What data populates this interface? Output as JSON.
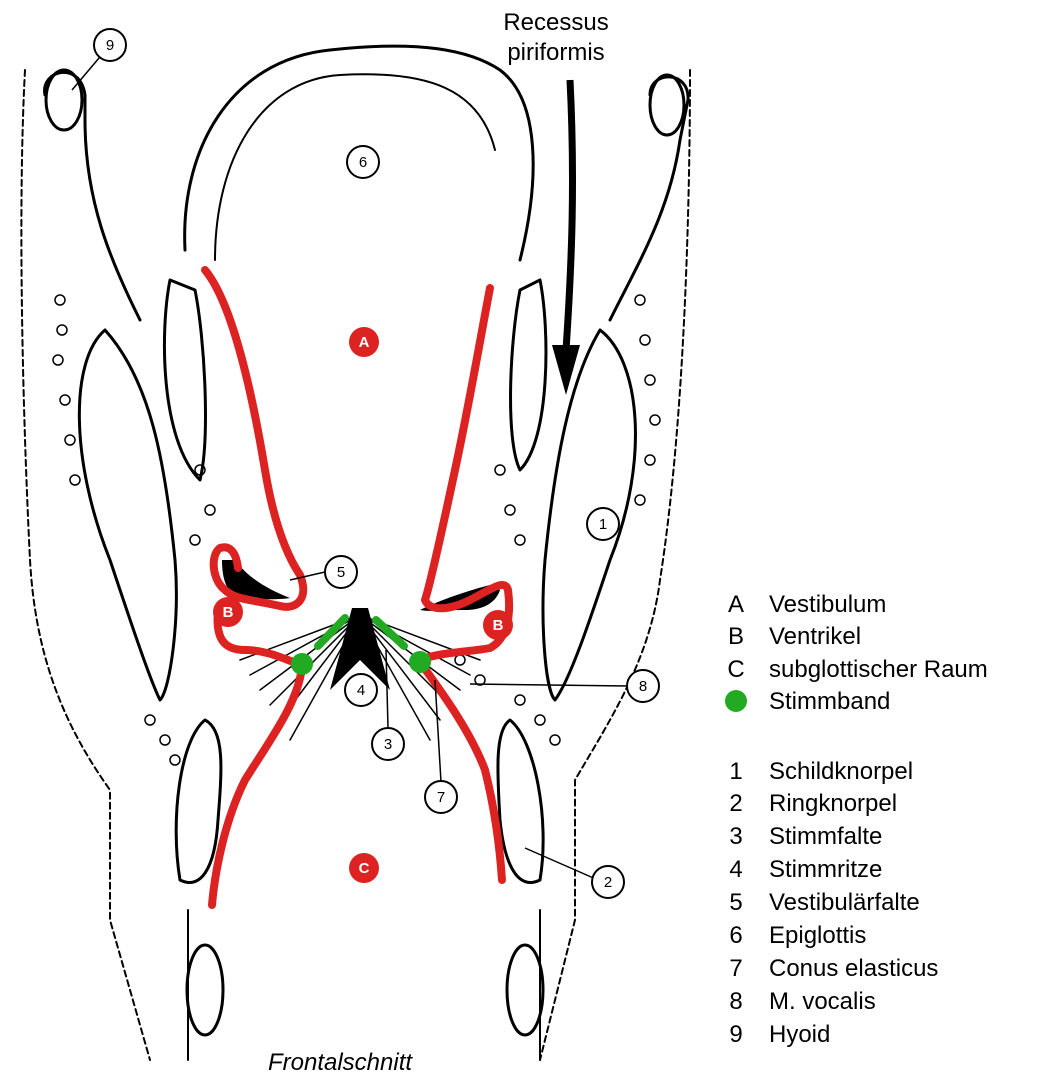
{
  "annotation": {
    "recessus_line1": "Recessus",
    "recessus_line2": "piriformis"
  },
  "caption": "Frontalschnitt",
  "region_labels": {
    "A": "A",
    "B_left": "B",
    "B_right": "B",
    "C": "C"
  },
  "number_labels": {
    "n1": "1",
    "n2": "2",
    "n3": "3",
    "n4": "4",
    "n5": "5",
    "n6": "6",
    "n7": "7",
    "n8": "8",
    "n9": "9"
  },
  "legend": {
    "regions": [
      {
        "key": "A",
        "text": "Vestibulum"
      },
      {
        "key": "B",
        "text": "Ventrikel"
      },
      {
        "key": "C",
        "text": "subglottischer Raum"
      }
    ],
    "stimmband_text": "Stimmband",
    "structures": [
      {
        "key": "1",
        "text": "Schildknorpel"
      },
      {
        "key": "2",
        "text": "Ringknorpel"
      },
      {
        "key": "3",
        "text": "Stimmfalte"
      },
      {
        "key": "4",
        "text": "Stimmritze"
      },
      {
        "key": "5",
        "text": "Vestibulärfalte"
      },
      {
        "key": "6",
        "text": "Epiglottis"
      },
      {
        "key": "7",
        "text": "Conus elasticus"
      },
      {
        "key": "8",
        "text": "M. vocalis"
      },
      {
        "key": "9",
        "text": "Hyoid"
      }
    ]
  },
  "colors": {
    "highlight_red": "#dd2222",
    "stimmband_green": "#22aa22",
    "ink": "#000000"
  }
}
